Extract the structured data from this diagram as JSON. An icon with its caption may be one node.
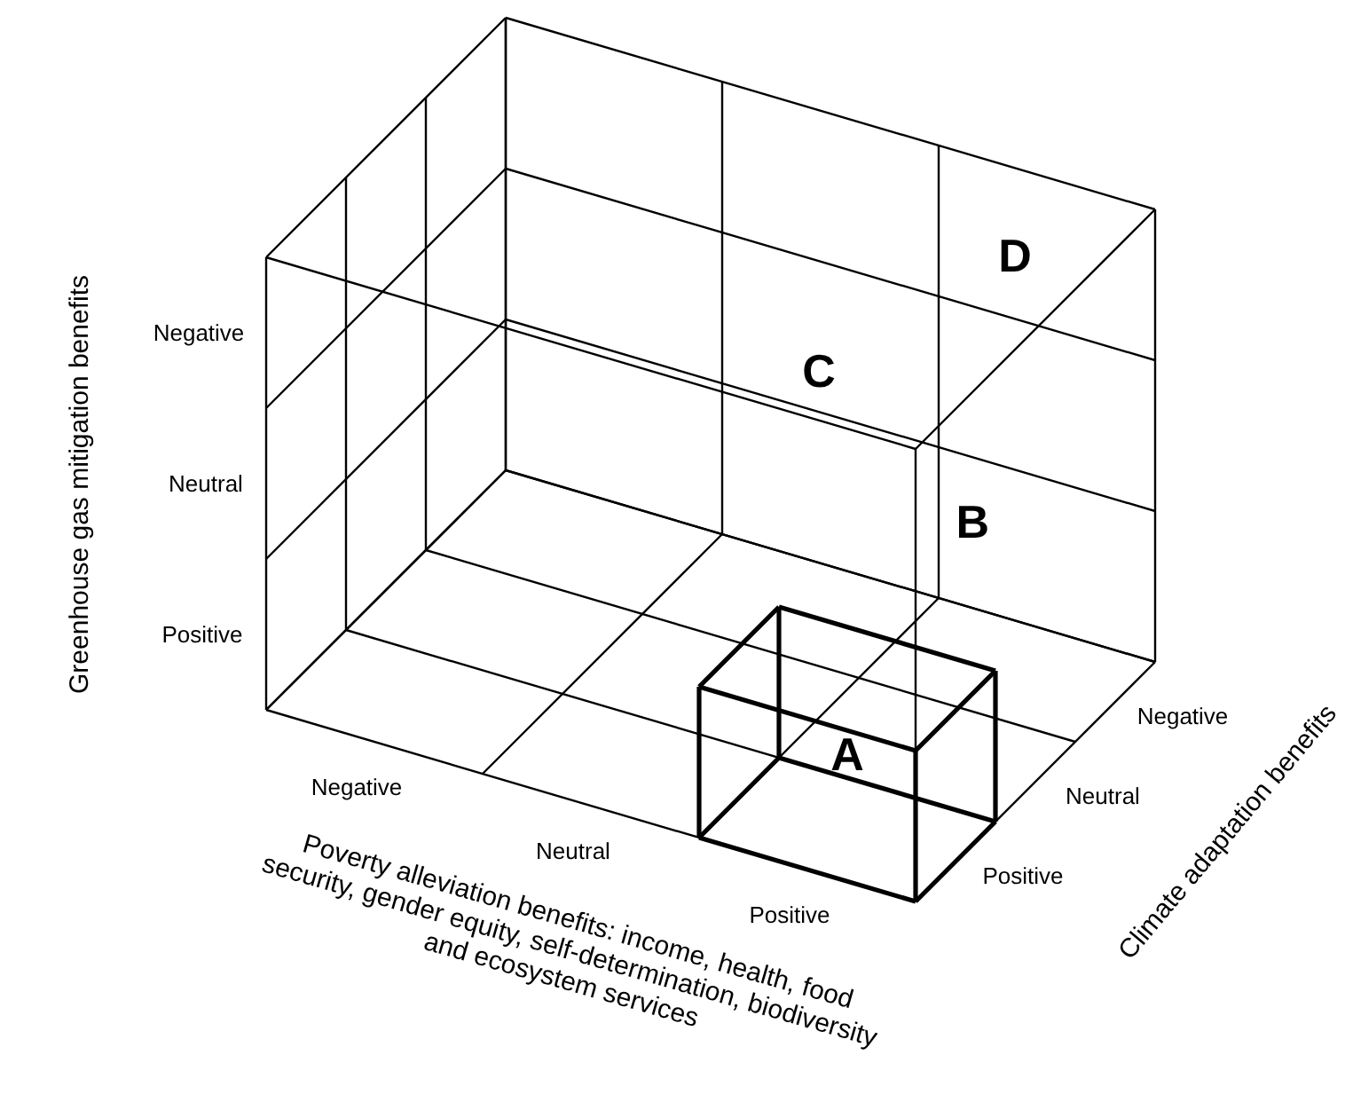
{
  "diagram": {
    "labels": [
      "D",
      "Greenhouse gas mitigation benefits",
      "Negative",
      "C",
      "Neutral",
      "B",
      "Climate adaptation benefits",
      "Positive",
      "Negative",
      "A",
      "Neutral",
      "Negative",
      "Neutral",
      "Positive",
      "Positive",
      "Poverty alleviation benefits: income, health, food security, gender equity, self-determination, biodiversity and ecosystem services"
    ]
  }
}
